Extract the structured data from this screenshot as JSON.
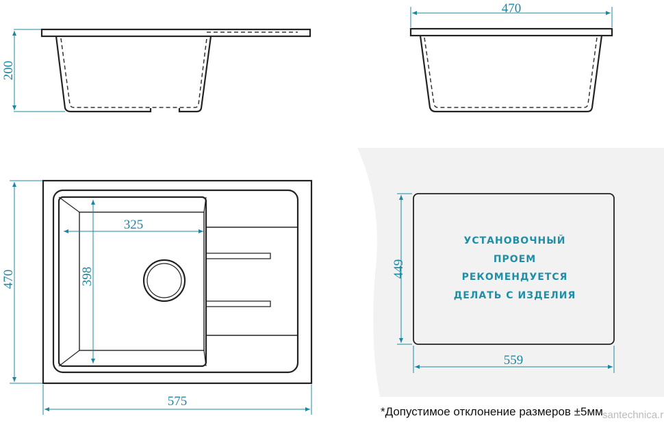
{
  "dimensions": {
    "side_height": "200",
    "end_width": "470",
    "top_height": "470",
    "top_width": "575",
    "bowl_width": "325",
    "bowl_length": "398",
    "cutout_height": "449",
    "cutout_width": "559"
  },
  "cutout_text": [
    "Установочный",
    "проем",
    "рекомендуется",
    "делать с изделия"
  ],
  "note": "*Допустимое отклонение размеров ±5мм",
  "watermark": "santechnica.ru",
  "colors": {
    "dimension": "#1c87a0",
    "outline": "#222222"
  }
}
